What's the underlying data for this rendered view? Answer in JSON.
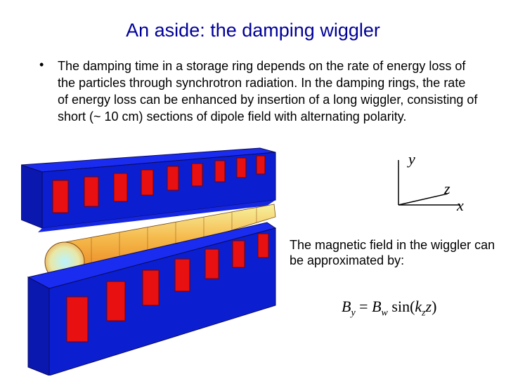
{
  "slide": {
    "title": "An aside: the damping wiggler",
    "bullet_marker": "•",
    "bullet_text": "The damping time in a storage ring depends on the rate of energy loss of the particles through synchrotron radiation.  In the damping rings, the rate of energy loss can be enhanced by insertion of a long wiggler, consisting of short (~ 10 cm) sections of dipole field with alternating polarity."
  },
  "axes": {
    "y_label": "y",
    "z_label": "z",
    "x_label": "x"
  },
  "caption": "The magnetic field in the wiggler can be approximated by:",
  "equation": {
    "B": "B",
    "y_sub": "y",
    "equals": " = ",
    "Bw": "B",
    "w_sub": "w",
    "sin_open": " sin(",
    "k": "k",
    "z_sub": "z",
    "z": "z",
    "close": ")"
  },
  "colors": {
    "title": "#000099",
    "magnet_blue": "#0a1ed8",
    "pole_red": "#e81010",
    "pipe_light": "#b8f0ff",
    "pipe_orange": "#f2a030"
  }
}
